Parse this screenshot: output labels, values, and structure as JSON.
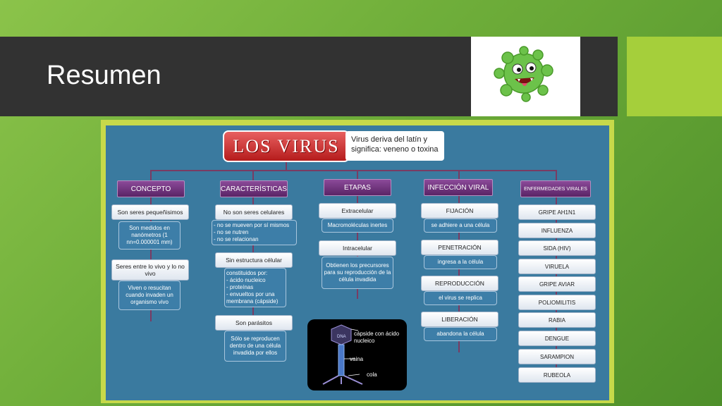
{
  "slide": {
    "title": "Resumen"
  },
  "concept_map": {
    "root": "LOS VIRUS",
    "callout": "Virus deriva del latín y significa: veneno o toxina",
    "columns": {
      "concepto": {
        "header": "CONCEPTO",
        "items": [
          {
            "label": "Son seres pequeñisimos",
            "detail": "Son medidos en nanómetros (1 nn=0.000001 mm)"
          },
          {
            "label": "Seres entre lo vivo y lo no vivo",
            "detail": "Viven o resucitan cuando invaden un organismo vivo"
          }
        ]
      },
      "caracteristicas": {
        "header": "CARACTERÍSTICAS",
        "items": [
          {
            "label": "No son seres celulares",
            "detail": "- no se mueven por sí mismos\n- no se nutren\n- no se relacionan"
          },
          {
            "label": "Sin estructura célular",
            "detail": "constituidos por:\n- ácido nucleico\n- proteínas\n- envueltos por una membrana (cápside)"
          },
          {
            "label": "Son parásitos",
            "detail": "Sólo se reproducen dentro de una célula invadida por ellos"
          }
        ]
      },
      "etapas": {
        "header": "ETAPAS",
        "items": [
          {
            "label": "Extracelular",
            "detail": "Macromoléculas inertes"
          },
          {
            "label": "Intracelular",
            "detail": "Obtienen los precursores para su reproducción de la célula invadida"
          }
        ]
      },
      "infeccion": {
        "header": "INFECCIÓN VIRAL",
        "items": [
          {
            "label": "FIJACIÓN",
            "detail": "se adhiere a una célula"
          },
          {
            "label": "PENETRACIÓN",
            "detail": "ingresa a la célula"
          },
          {
            "label": "REPRODUCCIÓN",
            "detail": "el virus se replica"
          },
          {
            "label": "LIBERACIÓN",
            "detail": "abandona la célula"
          }
        ]
      },
      "enfermedades": {
        "header": "ENFERMEDADES VIRALES",
        "items": [
          "GRIPE AH1N1",
          "INFLUENZA",
          "SIDA (HIV)",
          "VIRUELA",
          "GRIPE AVIAR",
          "POLIOMILITIS",
          "RABIA",
          "DENGUE",
          "SARAMPION",
          "RUBEOLA"
        ]
      }
    },
    "virus_diagram": {
      "capsid_label": "cápside con ácido nucleico",
      "sheath_label": "vaina",
      "tail_label": "cola",
      "core_label": "DNA"
    }
  },
  "colors": {
    "title_bar": "#323232",
    "accent_green": "#a5cf3b",
    "map_background": "#3a7a9f",
    "header_purple": "#6b2f7a",
    "root_red": "#c62828"
  }
}
